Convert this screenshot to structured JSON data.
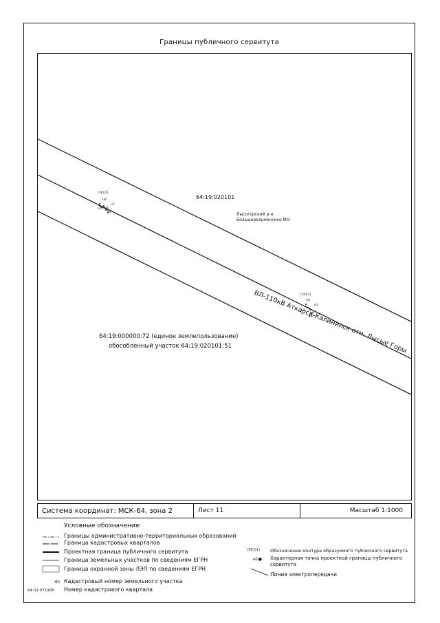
{
  "title": "Границы публичного сервитута",
  "map": {
    "quarter_top": "64:19:020101",
    "district": [
      "Лысогорский р-н",
      "Большерельменское МО"
    ],
    "power_line": "ВЛ-110кВ Аткарск-Калининск отп. Лысые Горы",
    "parcel": [
      "64:19:000000:72 (единое землепользование)",
      "обособленный участок 64:19:020101:51"
    ],
    "contour_left": {
      "code": "(ЗУ)(2)",
      "points": [
        "н8",
        "н7",
        "н6",
        "н5",
        "н4"
      ]
    },
    "contour_right": {
      "code": "(ЗУ)(2)",
      "points": [
        "н4",
        "н3",
        "н2",
        "н1",
        "н5"
      ]
    }
  },
  "info": {
    "coord_system": "Система координат: МСК-64, зона 2",
    "sheet": "Лист 11",
    "scale": "Масштаб 1:1000"
  },
  "legend": {
    "heading": "Условные обозначения:",
    "left": [
      {
        "label": "Границы административно-территориальных образований",
        "icon": "dash-dot-line"
      },
      {
        "label": "Граница кадастровых кварталов",
        "icon": "long-dash-line"
      },
      {
        "label": "Проектная граница публичного сервитута",
        "icon": "thick-line"
      },
      {
        "label": "Граница земельных участков по сведениям ЕГРН",
        "icon": "thin-line"
      },
      {
        "label": "Граница охранной зоны ЛЭП по сведениям ЕГРН",
        "icon": "rectangle"
      },
      {
        "code": ":80",
        "label": "Кадастровый номер земельного участка"
      },
      {
        "code": "64:32:071906",
        "label": "Номер кадастрового квартала"
      }
    ],
    "right": [
      {
        "code": "(ЗУ)(1)",
        "label": "Обозначение контура образуемого публичного сервитута"
      },
      {
        "code": "н1●",
        "label": "Характерная точка проектной границы публичного сервитута"
      },
      {
        "label": "Линия электропередачи",
        "icon": "diagonal-line"
      }
    ]
  }
}
